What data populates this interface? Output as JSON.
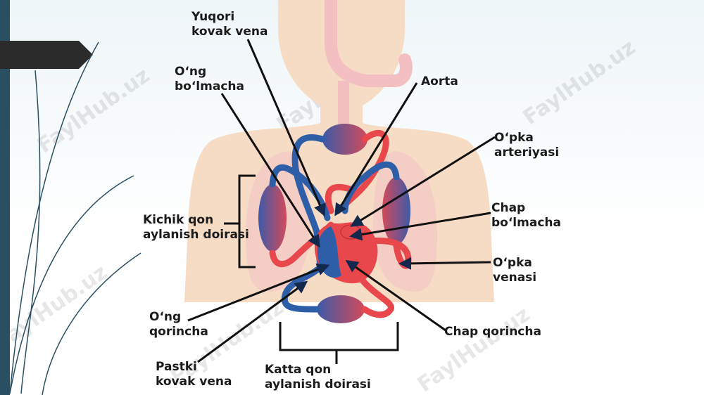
{
  "labels": {
    "superior_vena_cava": [
      "Yuqori",
      "kovak vena"
    ],
    "right_atrium": [
      "O‘ng",
      "bo‘lmacha"
    ],
    "aorta": [
      "Aorta"
    ],
    "pulmonary_artery": [
      "O‘pka",
      "arteriyasi"
    ],
    "left_atrium": [
      "Chap",
      "bo‘lmacha"
    ],
    "pulmonary_vein": [
      "O‘pka",
      "venasi"
    ],
    "pulmonary_circulation": [
      "Kichik qon",
      "aylanish doirasi"
    ],
    "right_ventricle": [
      "O‘ng",
      "qorincha"
    ],
    "left_ventricle": [
      "Chap qorincha"
    ],
    "inferior_vena_cava": [
      "Pastki",
      "kovak vena"
    ],
    "systemic_circulation": [
      "Katta qon",
      "aylanish doirasi"
    ]
  },
  "watermark": "FaylHub.uz",
  "colors": {
    "oxygenated": "#e8474c",
    "deoxygenated": "#2f5ea8",
    "body": "#f6dcc4",
    "lung": "#f4c9c4",
    "panel": "#2a4f63",
    "tab": "#2b2b2b",
    "leader_line": "#111111"
  }
}
